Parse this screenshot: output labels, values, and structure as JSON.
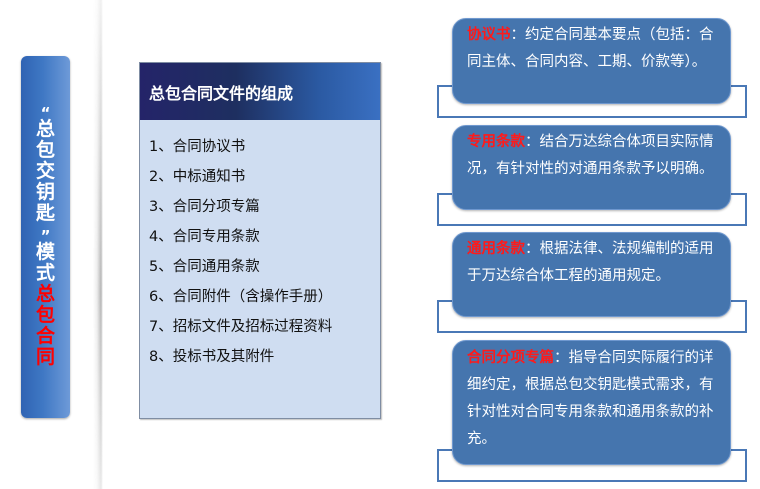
{
  "side_title": {
    "open_quote": "“",
    "part1": [
      "总",
      "包",
      "交",
      "钥",
      "匙"
    ],
    "close_quote": "”",
    "part2": [
      "模",
      "式"
    ],
    "part3_highlight": [
      "总",
      "包",
      "合",
      "同"
    ],
    "highlight_color": "#ff0000",
    "bar_color": "#3f78c4"
  },
  "list_panel": {
    "title": "总包合同文件的组成",
    "items": [
      "1、合同协议书",
      "2、中标通知书",
      "3、合同分项专篇",
      "4、合同专用条款",
      "5、合同通用条款",
      "6、合同附件（含操作手册）",
      "7、招标文件及招标过程资料",
      "8、投标书及其附件"
    ]
  },
  "callouts": [
    {
      "key": "协议书",
      "separator": "：",
      "text": "约定合同基本要点（包括：合同主体、合同内容、工期、价款等）。"
    },
    {
      "key": "专用条款",
      "separator": "：",
      "text": "结合万达综合体项目实际情况，有针对性的对通用条款予以明确。"
    },
    {
      "key": "通用条款",
      "separator": "：",
      "text": "根据法律、法规编制的适用于万达综合体工程的通用规定。"
    },
    {
      "key": "合同分项专篇",
      "separator": "：",
      "text": "指导合同实际履行的详细约定，根据总包交钥匙模式需求，有针对性对合同专用条款和通用条款的补充。"
    }
  ],
  "colors": {
    "callout_bg": "#4575ae",
    "bracket": "#4a78b6",
    "key_text": "#ff1a1a",
    "list_bg": "#cfddf1",
    "list_header": "#242469"
  }
}
